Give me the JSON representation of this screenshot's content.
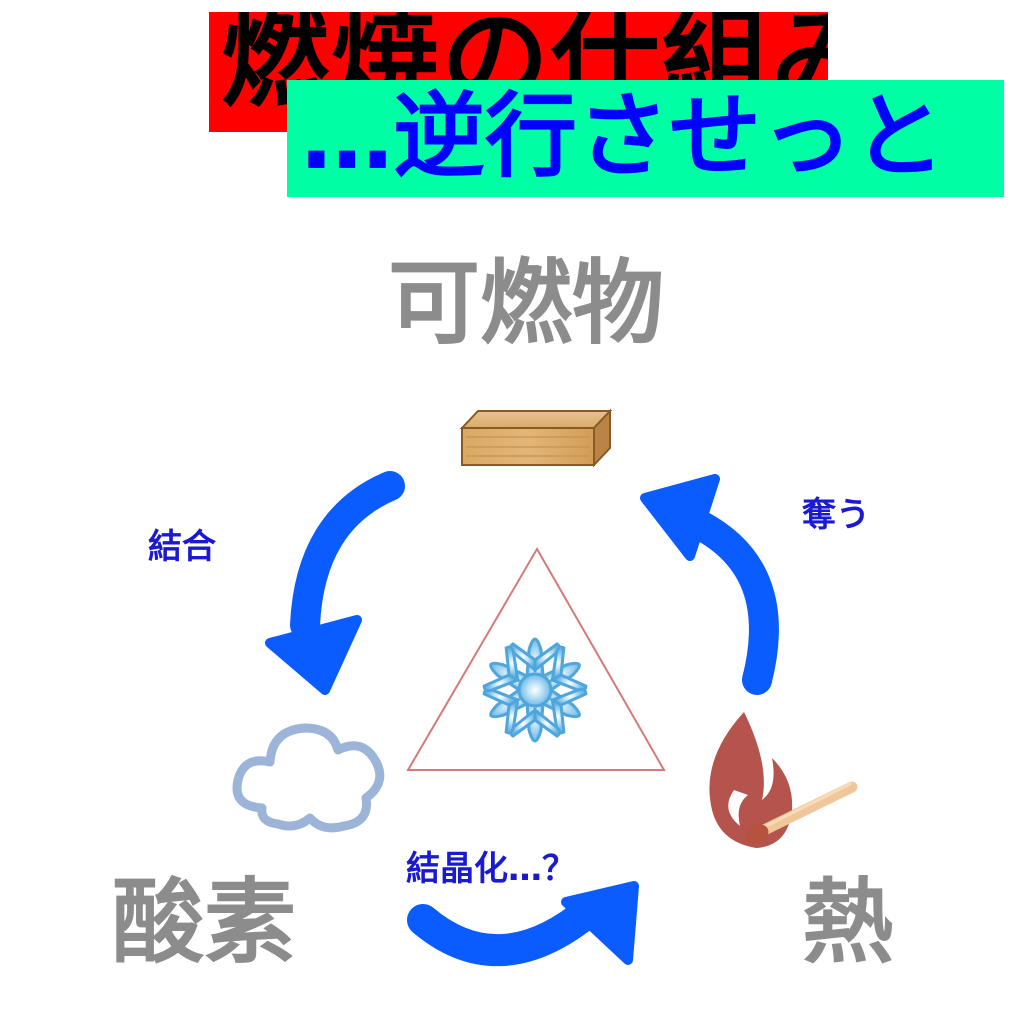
{
  "title": "燃焼の仕組み",
  "subtitle": "…逆行させっと",
  "elements": {
    "fuel": "可燃物",
    "oxygen": "酸素",
    "heat": "熱"
  },
  "arrows": {
    "fuel_to_oxygen": "結合",
    "oxygen_to_heat": "結晶化…？",
    "heat_to_fuel": "奪う"
  },
  "colors": {
    "title_bg": "#ff0000",
    "subtitle_bg": "#00ffa4",
    "subtitle_text": "#0000ff",
    "arrow": "#0a5cff",
    "element_label": "#8c8c8c",
    "triangle": "#d47a7a",
    "flame": "#b5534d"
  },
  "icons": [
    "wood-block-icon",
    "cloud-icon",
    "flame-icon",
    "match-icon",
    "snowflake-icon"
  ]
}
